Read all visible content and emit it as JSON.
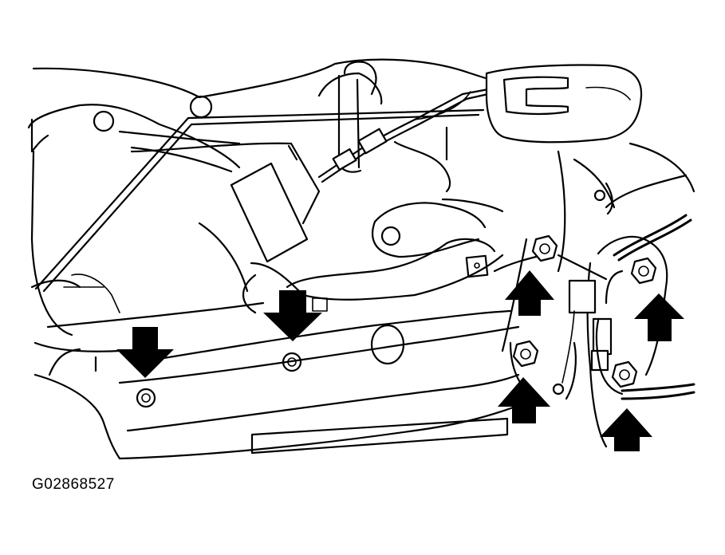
{
  "figure": {
    "code": "G02868527",
    "callouts": [
      {
        "id": "bolt-1",
        "arrow": "down"
      },
      {
        "id": "bolt-2",
        "arrow": "down"
      },
      {
        "id": "bolt-3",
        "arrow": "up"
      },
      {
        "id": "bolt-4",
        "arrow": "up"
      },
      {
        "id": "bolt-5",
        "arrow": "up"
      },
      {
        "id": "bolt-6",
        "arrow": "up"
      }
    ],
    "colors": {
      "line": "#000000",
      "background": "#ffffff"
    }
  }
}
